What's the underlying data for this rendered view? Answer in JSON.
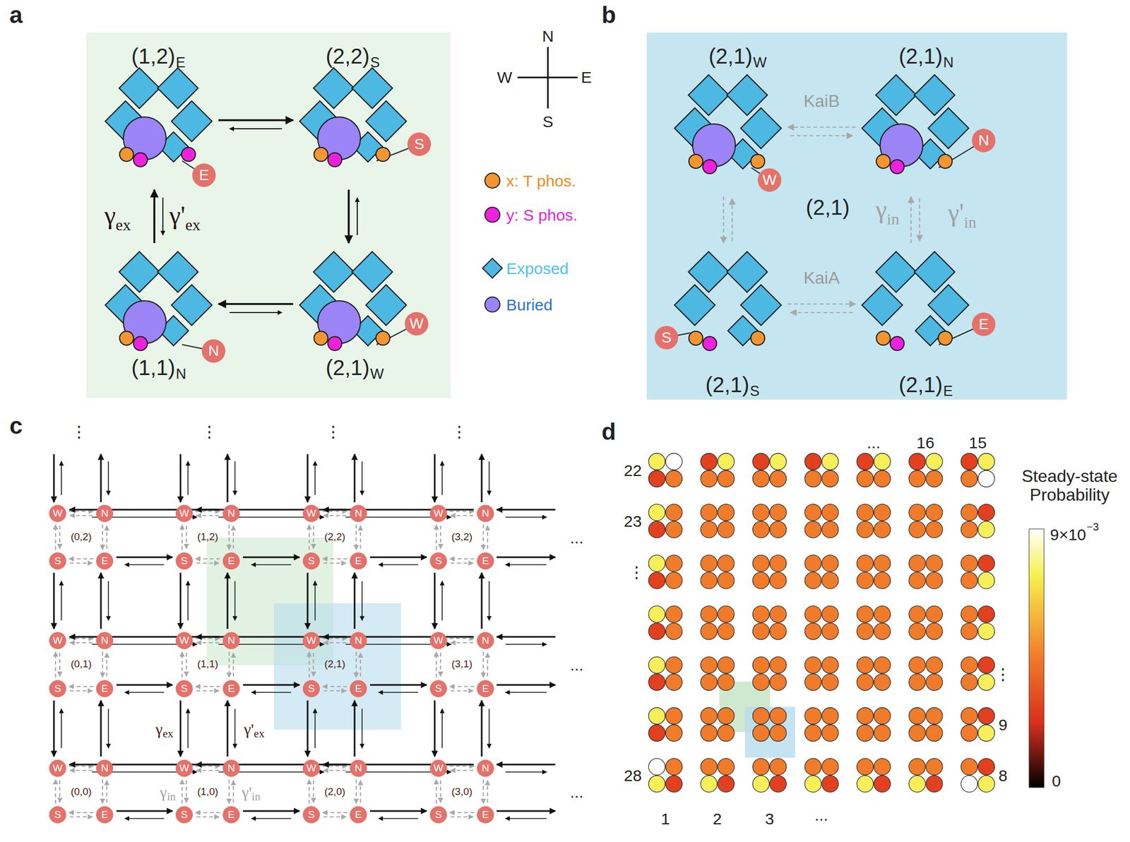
{
  "diagram": {
    "nodes": [
      {
        "text": [
          "E"
        ]
      },
      {
        "text": [
          "S"
        ]
      },
      {
        "text": [
          "N"
        ]
      },
      {
        "text": [
          "W"
        ]
      },
      {
        "text": [
          "W"
        ]
      },
      {
        "text": [
          "N"
        ]
      },
      {
        "text": [
          "S"
        ]
      },
      {
        "text": [
          "E"
        ]
      },
      {
        "text": [
          "W"
        ]
      },
      {
        "text": [
          "N"
        ]
      },
      {
        "text": [
          "W"
        ]
      },
      {
        "text": [
          "N"
        ]
      },
      {
        "text": [
          "W"
        ]
      },
      {
        "text": [
          "N"
        ]
      },
      {
        "text": [
          "W"
        ]
      },
      {
        "text": [
          "N"
        ]
      },
      {
        "text": [
          "S"
        ]
      },
      {
        "text": [
          "E"
        ]
      },
      {
        "text": [
          "S"
        ]
      },
      {
        "text": [
          "E"
        ]
      },
      {
        "text": [
          "S"
        ]
      },
      {
        "text": [
          "E"
        ]
      },
      {
        "text": [
          "S"
        ]
      },
      {
        "text": [
          "E"
        ]
      },
      {
        "text": [
          "W"
        ]
      },
      {
        "text": [
          "N"
        ]
      },
      {
        "text": [
          "W"
        ]
      },
      {
        "text": [
          "N"
        ]
      },
      {
        "text": [
          "W"
        ]
      },
      {
        "text": [
          "N"
        ]
      },
      {
        "text": [
          "W"
        ]
      },
      {
        "text": [
          "N"
        ]
      },
      {
        "text": [
          "S"
        ]
      },
      {
        "text": [
          "E"
        ]
      },
      {
        "text": [
          "S"
        ]
      },
      {
        "text": [
          "E"
        ]
      },
      {
        "text": [
          "S"
        ]
      },
      {
        "text": [
          "E"
        ]
      },
      {
        "text": [
          "S"
        ]
      },
      {
        "text": [
          "E"
        ]
      },
      {
        "text": [
          "W"
        ]
      },
      {
        "text": [
          "N"
        ]
      },
      {
        "text": [
          "W"
        ]
      },
      {
        "text": [
          "N"
        ]
      },
      {
        "text": [
          "W"
        ]
      },
      {
        "text": [
          "N"
        ]
      },
      {
        "text": [
          "W"
        ]
      },
      {
        "text": [
          "N"
        ]
      },
      {
        "text": [
          "S"
        ]
      },
      {
        "text": [
          "E"
        ]
      },
      {
        "text": [
          "S"
        ]
      },
      {
        "text": [
          "E"
        ]
      },
      {
        "text": [
          "S"
        ]
      },
      {
        "text": [
          "E"
        ]
      },
      {
        "text": [
          "S"
        ]
      },
      {
        "text": [
          "E"
        ]
      }
    ],
    "edges": [
      {
        "from": 0,
        "to": 1,
        "arrow": "both"
      },
      {
        "from": 1,
        "to": 3,
        "arrow": "both"
      },
      {
        "from": 3,
        "to": 2,
        "arrow": "both"
      },
      {
        "from": 2,
        "to": 0,
        "arrow": "both"
      },
      {
        "from": 5,
        "to": 4,
        "label": "KaiB",
        "arrow": "both"
      },
      {
        "from": 4,
        "to": 6,
        "arrow": "both"
      },
      {
        "from": 6,
        "to": 7,
        "label": "KaiA",
        "arrow": "both"
      },
      {
        "from": 7,
        "to": 5,
        "arrow": "both"
      },
      {
        "from": 8,
        "to": 9,
        "arrow": "both"
      },
      {
        "from": 9,
        "to": 17,
        "arrow": "both"
      },
      {
        "from": 17,
        "to": 16,
        "arrow": "both"
      },
      {
        "from": 16,
        "to": 8,
        "arrow": "both"
      },
      {
        "from": 10,
        "to": 11,
        "arrow": "both"
      },
      {
        "from": 11,
        "to": 19,
        "arrow": "both"
      },
      {
        "from": 19,
        "to": 18,
        "arrow": "both"
      },
      {
        "from": 18,
        "to": 10,
        "arrow": "both"
      },
      {
        "from": 12,
        "to": 13,
        "arrow": "both"
      },
      {
        "from": 13,
        "to": 21,
        "arrow": "both"
      },
      {
        "from": 21,
        "to": 20,
        "arrow": "both"
      },
      {
        "from": 20,
        "to": 12,
        "arrow": "both"
      },
      {
        "from": 14,
        "to": 15,
        "arrow": "both"
      },
      {
        "from": 15,
        "to": 23,
        "arrow": "both"
      },
      {
        "from": 23,
        "to": 22,
        "arrow": "both"
      },
      {
        "from": 22,
        "to": 14,
        "arrow": "both"
      },
      {
        "from": 24,
        "to": 25,
        "arrow": "both"
      },
      {
        "from": 25,
        "to": 33,
        "arrow": "both"
      },
      {
        "from": 33,
        "to": 32,
        "arrow": "both"
      },
      {
        "from": 32,
        "to": 24,
        "arrow": "both"
      },
      {
        "from": 26,
        "to": 27,
        "arrow": "both"
      },
      {
        "from": 27,
        "to": 35,
        "arrow": "both"
      },
      {
        "from": 35,
        "to": 34,
        "arrow": "both"
      },
      {
        "from": 34,
        "to": 26,
        "arrow": "both"
      },
      {
        "from": 28,
        "to": 29,
        "arrow": "both"
      },
      {
        "from": 29,
        "to": 37,
        "arrow": "both"
      },
      {
        "from": 37,
        "to": 36,
        "arrow": "both"
      },
      {
        "from": 36,
        "to": 28,
        "arrow": "both"
      },
      {
        "from": 30,
        "to": 31,
        "arrow": "both"
      },
      {
        "from": 31,
        "to": 39,
        "arrow": "both"
      },
      {
        "from": 39,
        "to": 38,
        "arrow": "both"
      },
      {
        "from": 38,
        "to": 30,
        "arrow": "both"
      },
      {
        "from": 40,
        "to": 41,
        "arrow": "both"
      },
      {
        "from": 41,
        "to": 49,
        "arrow": "both"
      },
      {
        "from": 49,
        "to": 48,
        "arrow": "both"
      },
      {
        "from": 48,
        "to": 40,
        "arrow": "both"
      },
      {
        "from": 42,
        "to": 43,
        "arrow": "both"
      },
      {
        "from": 43,
        "to": 51,
        "arrow": "both"
      },
      {
        "from": 51,
        "to": 50,
        "arrow": "both"
      },
      {
        "from": 50,
        "to": 42,
        "arrow": "both"
      },
      {
        "from": 44,
        "to": 45,
        "arrow": "both"
      },
      {
        "from": 45,
        "to": 53,
        "arrow": "both"
      },
      {
        "from": 53,
        "to": 52,
        "arrow": "both"
      },
      {
        "from": 52,
        "to": 44,
        "arrow": "both"
      },
      {
        "from": 46,
        "to": 47,
        "arrow": "both"
      },
      {
        "from": 47,
        "to": 55,
        "arrow": "both"
      },
      {
        "from": 55,
        "to": 54,
        "arrow": "both"
      },
      {
        "from": 54,
        "to": 46,
        "arrow": "both"
      },
      {
        "from": 17,
        "to": 18,
        "arrow": "both"
      },
      {
        "from": 19,
        "to": 20,
        "arrow": "both"
      },
      {
        "from": 21,
        "to": 22,
        "arrow": "both"
      },
      {
        "from": 33,
        "to": 34,
        "arrow": "both"
      },
      {
        "from": 35,
        "to": 36,
        "arrow": "both"
      },
      {
        "from": 37,
        "to": 38,
        "arrow": "both"
      },
      {
        "from": 49,
        "to": 50,
        "arrow": "both"
      },
      {
        "from": 51,
        "to": 52,
        "arrow": "both"
      },
      {
        "from": 53,
        "to": 54,
        "arrow": "both"
      },
      {
        "from": 11,
        "to": 8,
        "arrow": "both"
      },
      {
        "from": 13,
        "to": 10,
        "arrow": "both"
      },
      {
        "from": 15,
        "to": 12,
        "arrow": "both"
      },
      {
        "from": 27,
        "to": 24,
        "arrow": "both"
      },
      {
        "from": 29,
        "to": 26,
        "arrow": "both"
      },
      {
        "from": 31,
        "to": 28,
        "arrow": "both"
      },
      {
        "from": 43,
        "to": 40,
        "arrow": "both"
      },
      {
        "from": 45,
        "to": 42,
        "arrow": "both"
      },
      {
        "from": 47,
        "to": 44,
        "arrow": "both"
      },
      {
        "from": 16,
        "to": 24,
        "arrow": "both"
      },
      {
        "from": 18,
        "to": 26,
        "arrow": "both"
      },
      {
        "from": 20,
        "to": 28,
        "arrow": "both"
      },
      {
        "from": 22,
        "to": 30,
        "arrow": "both"
      },
      {
        "from": 32,
        "to": 40,
        "arrow": "both"
      },
      {
        "from": 34,
        "to": 42,
        "arrow": "both"
      },
      {
        "from": 36,
        "to": 44,
        "arrow": "both"
      },
      {
        "from": 38,
        "to": 46,
        "arrow": "both"
      },
      {
        "from": 25,
        "to": 17,
        "arrow": "both"
      },
      {
        "from": 27,
        "to": 19,
        "arrow": "both"
      },
      {
        "from": 29,
        "to": 21,
        "arrow": "both"
      },
      {
        "from": 31,
        "to": 23,
        "arrow": "both"
      },
      {
        "from": 41,
        "to": 33,
        "arrow": "both"
      },
      {
        "from": 43,
        "to": 35,
        "arrow": "both"
      },
      {
        "from": 45,
        "to": 37,
        "arrow": "both"
      },
      {
        "from": 47,
        "to": 39,
        "arrow": "both"
      }
    ],
    "labels": [
      "a",
      "b",
      "c",
      "d",
      "(1,2)",
      "E",
      "(2,2)",
      "S",
      "(1,1)",
      "N",
      "(2,1)",
      "W",
      "γ",
      "ex",
      "γ'",
      "ex",
      "N",
      "W",
      "E",
      "S",
      "(2,1)",
      "W",
      "(2,1)",
      "N",
      "(2,1)",
      "S",
      "(2,1)",
      "E",
      "(2,1)",
      "γ",
      "in",
      "γ'",
      "in",
      "(0,2)",
      "(1,2)",
      "(2,2)",
      "(3,2)",
      "(0,1)",
      "(1,1)",
      "(2,1)",
      "(3,1)",
      "(0,0)",
      "(1,0)",
      "(2,0)",
      "(3,0)",
      "γ",
      "ex",
      "γ'",
      "ex",
      "γ",
      "in",
      "γ'",
      "in",
      "⋮",
      "⋮",
      "⋮",
      "⋮",
      "...",
      "...",
      "...",
      "22",
      "23",
      "⋮",
      "28",
      "1",
      "2",
      "3",
      "...",
      "...",
      "16",
      "15",
      "⋮",
      "9",
      "8",
      "Steady-state Probability",
      "9×10",
      "−3",
      "0"
    ],
    "legend": [
      {
        "text": "x: T phos.",
        "color": "#f39530"
      },
      {
        "text": "y: S phos.",
        "color": "#ee22dd"
      },
      {
        "text": "Exposed",
        "color": "#4db8e2"
      },
      {
        "text": "Buried",
        "color": "#9b84f5"
      }
    ]
  }
}
